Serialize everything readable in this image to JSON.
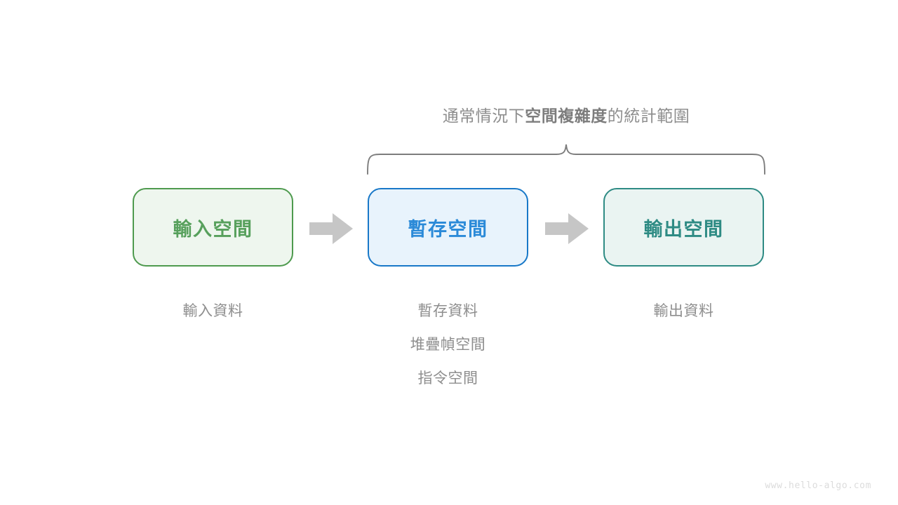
{
  "diagram": {
    "title_prefix": "通常情況下",
    "title_emphasis": "空間複雜度",
    "title_suffix": "的統計範圍",
    "brace_label_full": "通常情況下空間複雜度的統計範圍",
    "colors": {
      "green_border": "#4e9a4e",
      "green_fill": "#eef6ee",
      "green_text": "#57a05c",
      "blue_border": "#1878c8",
      "blue_fill": "#e8f3fc",
      "blue_text": "#2b8ad8",
      "teal_border": "#2e8b84",
      "teal_fill": "#eaf4f2",
      "teal_text": "#2e8b84",
      "arrow_gray": "#c6c6c6",
      "caption_gray": "#8e8e8e",
      "brace_gray": "#7d7d7d",
      "watermark_gray": "#dcdcdc",
      "background": "#ffffff"
    },
    "stages": [
      {
        "id": "input",
        "box_label": "輸入空間",
        "captions": [
          "輸入資料"
        ]
      },
      {
        "id": "temp",
        "box_label": "暫存空間",
        "captions": [
          "暫存資料",
          "堆疊幀空間",
          "指令空間"
        ]
      },
      {
        "id": "output",
        "box_label": "輸出空間",
        "captions": [
          "輸出資料"
        ]
      }
    ],
    "arrows": [
      {
        "id": "arrow-input-to-temp",
        "glyph": "block-arrow-right"
      },
      {
        "id": "arrow-temp-to-output",
        "glyph": "block-arrow-right"
      }
    ],
    "watermark": "www.hello-algo.com"
  }
}
